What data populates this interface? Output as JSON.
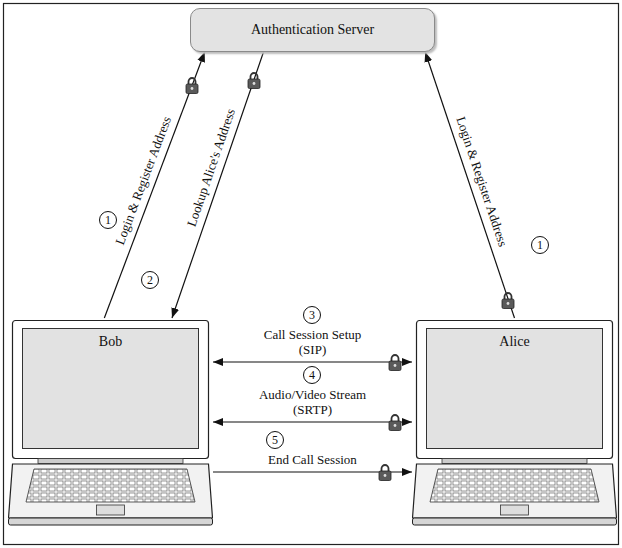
{
  "diagram": {
    "nodes": [
      {
        "text": [
          "Authentication Server"
        ]
      },
      {
        "text": [
          "Bob"
        ]
      },
      {
        "text": [
          "Alice"
        ]
      }
    ],
    "edges": [
      {
        "from": 1,
        "to": 0,
        "label": "Login & Register Address",
        "arrow": "to"
      },
      {
        "from": 0,
        "to": 1,
        "label": "Lookup Alice's Address",
        "arrow": "to"
      },
      {
        "from": 2,
        "to": 0,
        "label": "Login & Register Address",
        "arrow": "to"
      },
      {
        "from": 1,
        "to": 2,
        "label": "Call Session Setup (SIP)",
        "arrow": "both"
      },
      {
        "from": 1,
        "to": 2,
        "label": "Audio/Video Stream (SRTP)",
        "arrow": "both"
      },
      {
        "from": 1,
        "to": 2,
        "label": "End Call Session",
        "arrow": "to"
      }
    ],
    "labels": [
      "1",
      "2",
      "1",
      "3",
      "4",
      "5"
    ]
  }
}
